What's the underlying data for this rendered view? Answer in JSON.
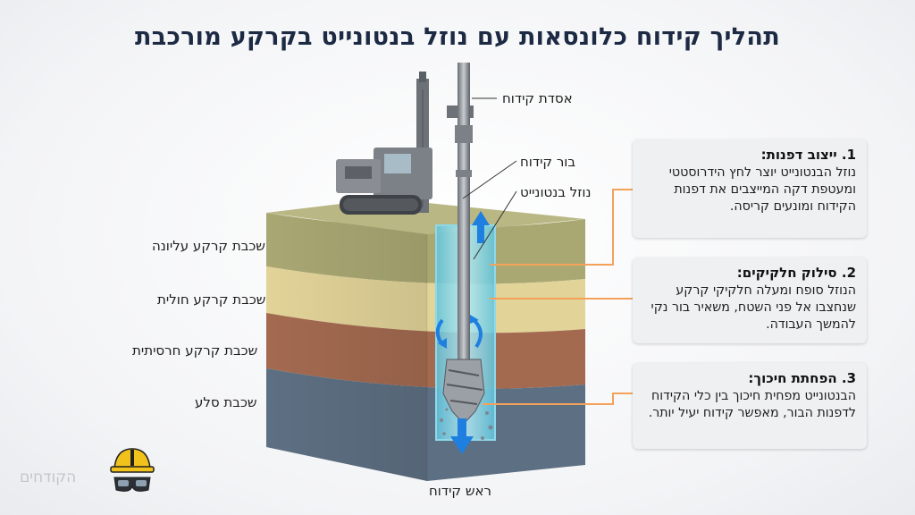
{
  "title": "תהליך קידוח כלונסאות עם נוזל בנטונייט בקרקע מורכבת",
  "labels": {
    "rig": "אסדת קידוח",
    "borehole": "בור קידוח",
    "fluid": "נוזל בנטונייט",
    "drill_head": "ראש קידוח"
  },
  "layers": [
    {
      "name": "שכבת קרקע עליונה",
      "color": "#a9a873"
    },
    {
      "name": "שכבת קרקע חולית",
      "color": "#e2d398"
    },
    {
      "name": "שכבת קרקע חרסיתית",
      "color": "#a36a50"
    },
    {
      "name": "שכבת סלע",
      "color": "#5d6f82"
    }
  ],
  "cards": [
    {
      "heading": "1. ייצוב דפנות:",
      "text": "נוזל הבנטונייט יוצר לחץ הידרוסטטי ומעטפת דקה המייצבים את דפנות הקידוח ומונעים קריסה."
    },
    {
      "heading": "2. סילוק חלקיקים:",
      "text": "הנוזל סופח ומעלה חלקיקי קרקע שנחצבו אל פני השטח, משאיר בור נקי להמשך העבודה."
    },
    {
      "heading": "3. הפחתת חיכוך:",
      "text": "הבנטונייט מפחית חיכוך בין כלי הקידוח לדפנות הבור, מאפשר קידוח יעיל יותר."
    }
  ],
  "brand": "הקודחים",
  "colors": {
    "accent": "#f4a15a",
    "fluid": "#7fd3e6",
    "arrow": "#1f7fe0",
    "title": "#1d2a44"
  }
}
